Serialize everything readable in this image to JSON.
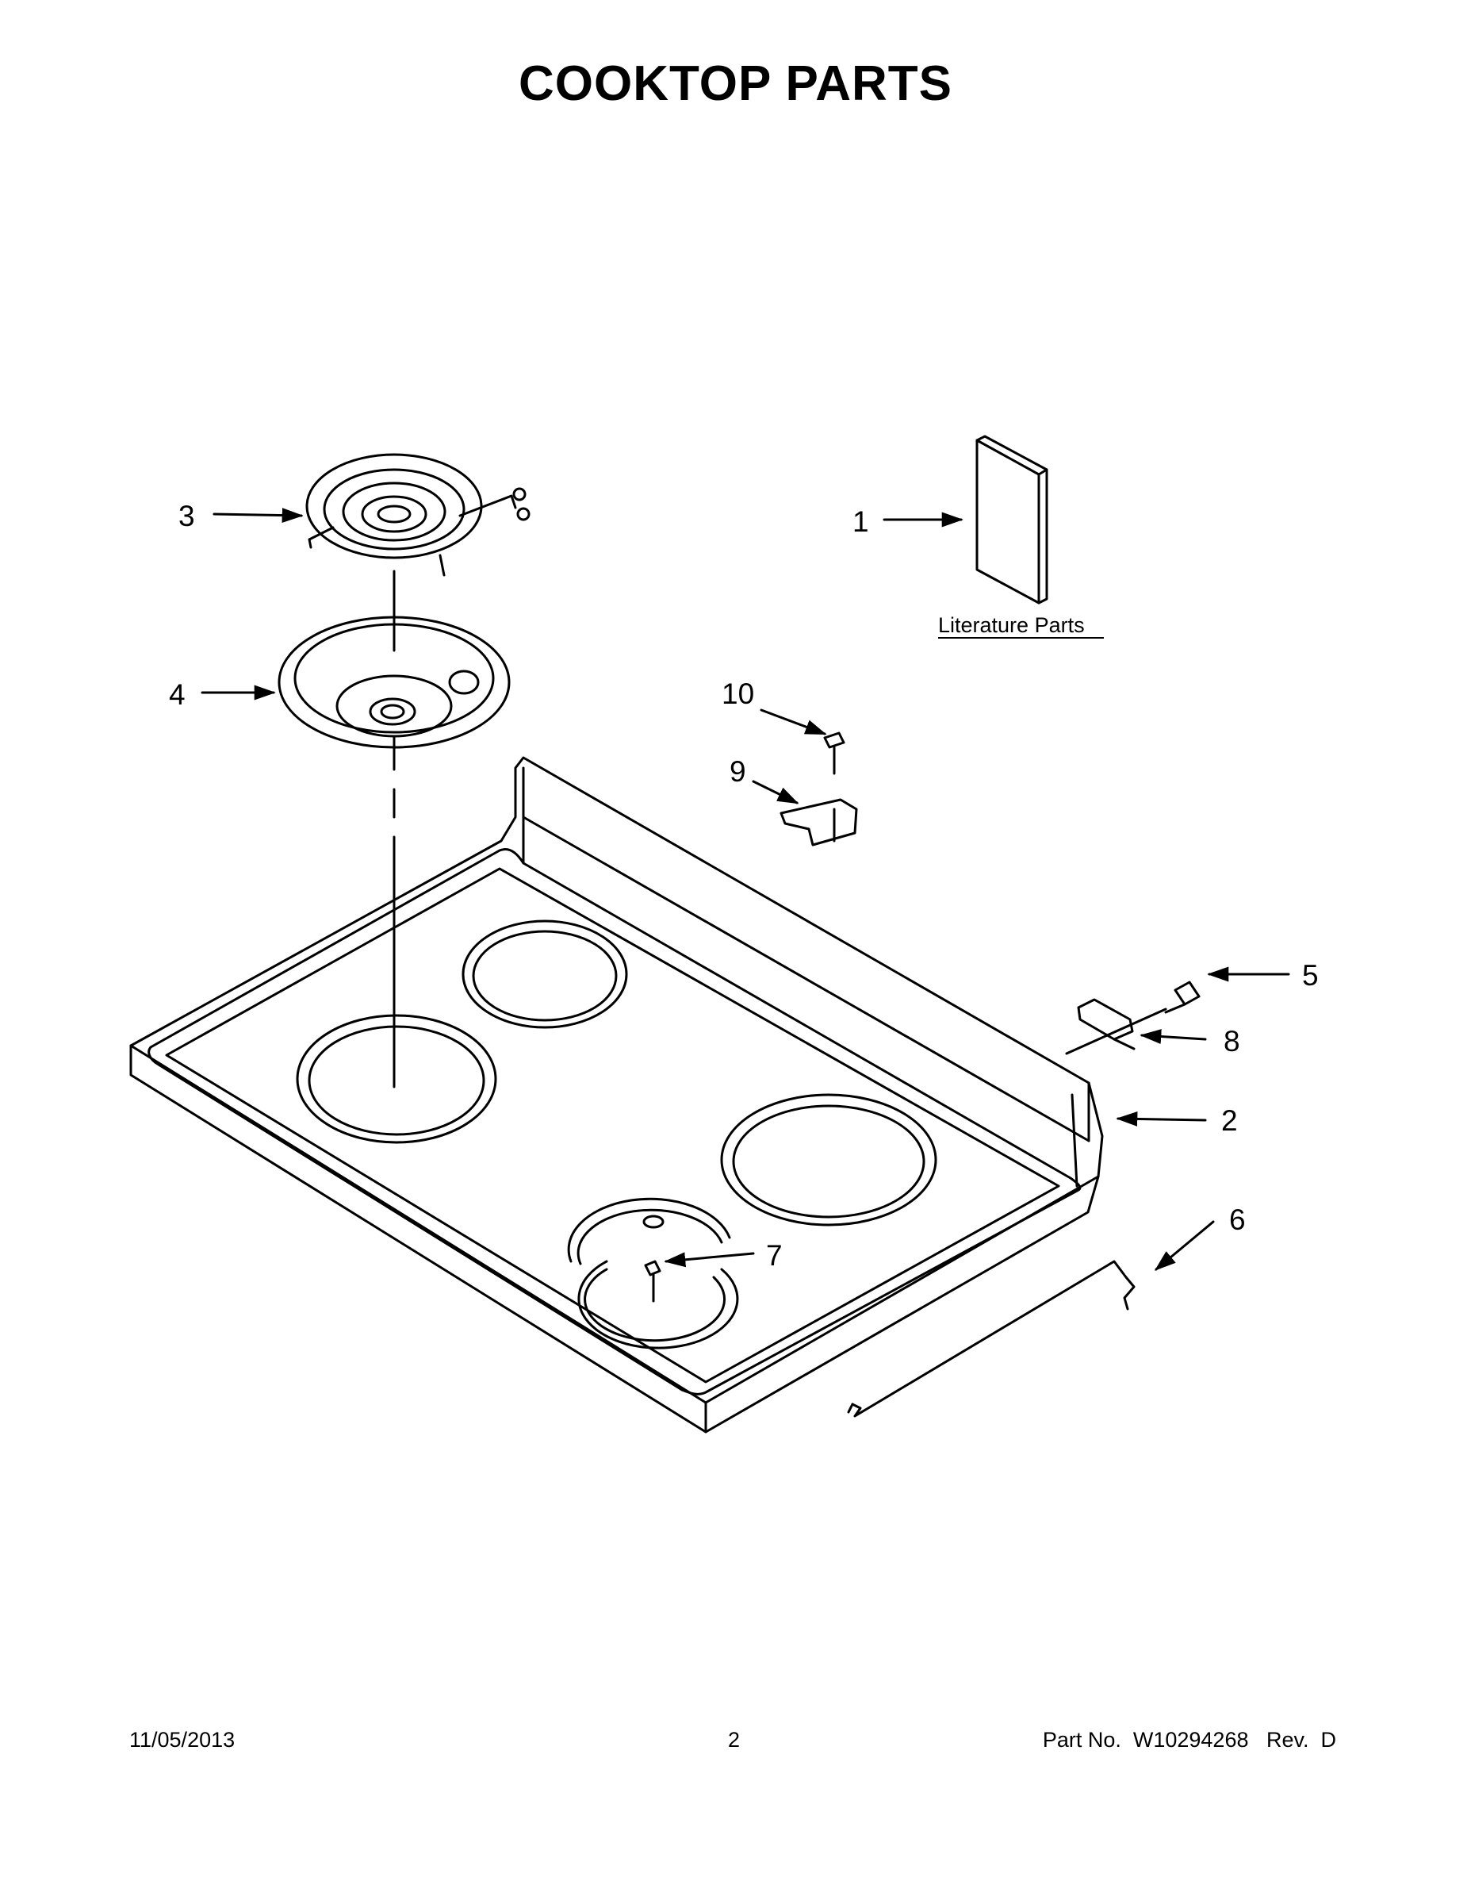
{
  "title": "COOKTOP PARTS",
  "literature_label": "Literature Parts",
  "callouts": {
    "c1": "1",
    "c2": "2",
    "c3": "3",
    "c4": "4",
    "c5": "5",
    "c6": "6",
    "c7": "7",
    "c8": "8",
    "c9": "9",
    "c10": "10"
  },
  "footer": {
    "date": "11/05/2013",
    "page": "2",
    "part_number": "Part No.  W10294268   Rev.  D"
  }
}
